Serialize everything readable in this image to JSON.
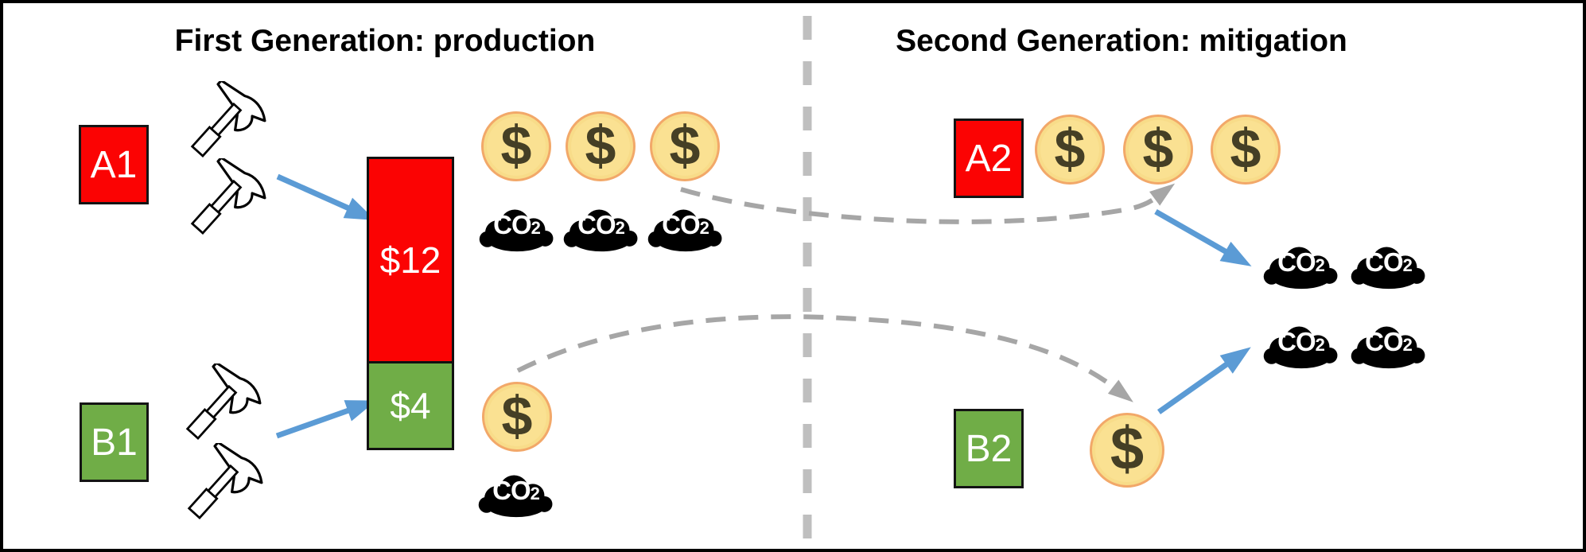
{
  "titles": {
    "left": "First Generation: production",
    "right": "Second Generation: mitigation"
  },
  "actors": {
    "a1": "A1",
    "b1": "B1",
    "a2": "A2",
    "b2": "B2"
  },
  "bar": {
    "red_value": "$12",
    "green_value": "$4"
  },
  "icons": {
    "coin": {
      "symbol": "$"
    },
    "co2": {
      "main": "CO",
      "sub": "2"
    },
    "hammer": "hammer-icon"
  },
  "colors": {
    "red": "#FB0303",
    "green": "#70AD47",
    "blue_arrow": "#5B9BD5",
    "gray_dash": "#A6A6A6",
    "divider_gray": "#BFBFBF",
    "coin_fill": "#FAE192",
    "coin_border": "#F2A869",
    "coin_symbol": "#453F25",
    "cloud": "#000000"
  }
}
